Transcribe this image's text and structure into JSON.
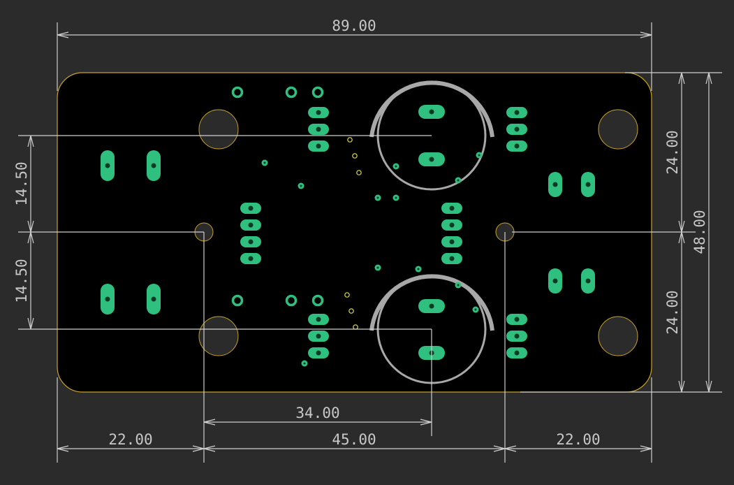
{
  "colors": {
    "background": "#2b2b2b",
    "board": "#000000",
    "board_outline": "#c9a227",
    "dimension": "#cfcfcf",
    "pad": "#2fbf7f",
    "pad_hole": "#0a3a24",
    "courtyard": "#a8a8a8",
    "hole_fill": "#2b2b2b",
    "small_via": "#e0e040"
  },
  "dimensions": {
    "board_width": "89.00",
    "board_height": "48.00",
    "upper_half": "24.00",
    "lower_half": "24.00",
    "left_upper_offset": "14.50",
    "left_lower_offset": "14.50",
    "bottom_left": "22.00",
    "bottom_mid": "45.00",
    "bottom_right": "22.00",
    "inner_span": "34.00"
  },
  "icons": {
    "mounting_hole": "circle-hole-icon",
    "pad": "oval-pad-icon",
    "via": "via-icon"
  }
}
